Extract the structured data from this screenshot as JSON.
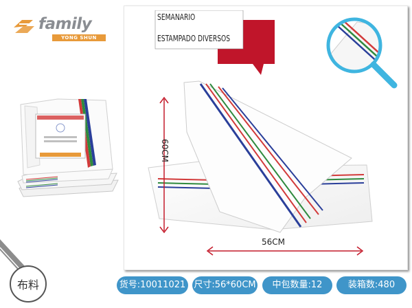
{
  "brand": {
    "name": "family",
    "tagline": "YONG SHUN"
  },
  "callout": {
    "line1": "SEMANARIO",
    "line2": "ESTAMPADO DIVERSOS"
  },
  "dimensions": {
    "height": "60CM",
    "width": "56CM"
  },
  "category": "布料",
  "specs": [
    "货号:10011021",
    "尺寸:56*60CM",
    "中包数量:12",
    "装箱数:480"
  ],
  "colors": {
    "accent_blue": "#3f95c9",
    "callout_red": "#c0152a",
    "stripe_red": "#d23a3a",
    "stripe_green": "#2f8a3e",
    "stripe_blue": "#2a3f9a",
    "dimension_red": "#c41a2a",
    "logo_orange": "#e89a3a",
    "logo_gray": "#8a8d92"
  },
  "icons": [
    "family-logo-icon",
    "magnifier-icon",
    "dimension-arrow-icon"
  ]
}
